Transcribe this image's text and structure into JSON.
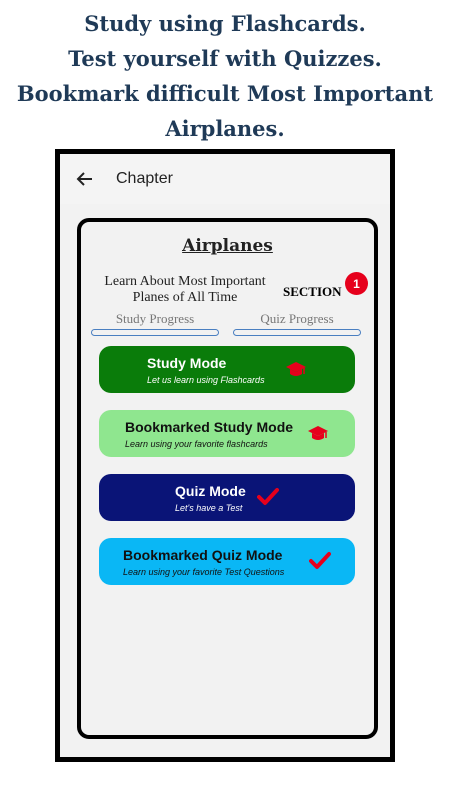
{
  "promo": {
    "line1": "Study using Flashcards.",
    "line2": "Test yourself with Quizzes.",
    "line3": "Bookmark difficult Most Important",
    "line4": "Airplanes."
  },
  "appbar": {
    "title": "Chapter",
    "back_icon": "arrow-left-icon"
  },
  "card": {
    "title": "Airplanes",
    "subtitle_line1": "Learn About Most Important",
    "subtitle_line2": "Planes of All Time",
    "section_label": "SECTION",
    "section_number": "1"
  },
  "progress": {
    "study_label": "Study Progress",
    "quiz_label": "Quiz Progress"
  },
  "modes": [
    {
      "title": "Study Mode",
      "subtitle": "Let us learn using Flashcards",
      "icon": "graduation-cap-icon",
      "color": "#0a7c0a"
    },
    {
      "title": "Bookmarked Study Mode",
      "subtitle": "Learn using your favorite flashcards",
      "icon": "graduation-cap-icon",
      "color": "#8fe68f"
    },
    {
      "title": "Quiz Mode",
      "subtitle": "Let's have a Test",
      "icon": "checkmark-icon",
      "color": "#0a1477"
    },
    {
      "title": "Bookmarked Quiz Mode",
      "subtitle": "Learn using your favorite Test Questions",
      "icon": "checkmark-icon",
      "color": "#0ab7f5"
    }
  ],
  "colors": {
    "promo_text": "#1f3a57",
    "badge": "#e6001c",
    "icon_red": "#e6001c"
  }
}
